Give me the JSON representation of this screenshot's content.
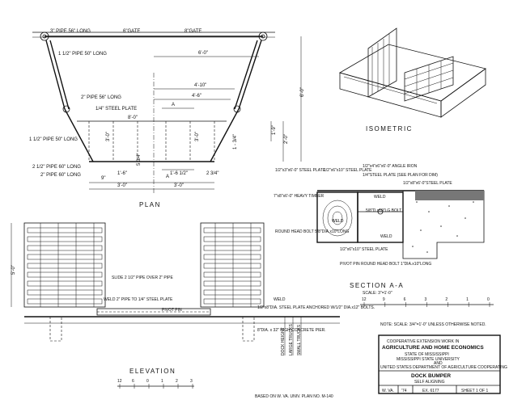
{
  "plan": {
    "title": "PLAN",
    "labels": {
      "pipe_3_56": "3\" PIPE 56\" LONG",
      "gate_6": "6\"GATE",
      "gate_8": "8\"GATE",
      "pipe_1half_50": "1 1/2\" PIPE 50\" LONG",
      "pipe_2_56": "2\" PIPE 56\" LONG",
      "steel_plate_quarter": "1/4\" STEEL PLATE",
      "pipe_1half_50b": "1 1/2\" PIPE 50\" LONG",
      "pipe_2half_60": "2 1/2\" PIPE 60\" LONG",
      "pipe_2_60": "2\" PIPE 60\" LONG",
      "section_mark": "A"
    },
    "dims": {
      "d6_0": "6'-0\"",
      "d4_10": "4'-10\"",
      "d4_6": "4'-6\"",
      "d6_0v": "6'-0\"",
      "d2_0": "2'-0\"",
      "d1_9": "1'-9\"",
      "d8_0": "8'-0\"",
      "d3_0a": "3'-0\"",
      "d3_0b": "3'-0\"",
      "d9": "9\"",
      "d1_6": "1'-6\"",
      "d5_3q": "5 3/4\"",
      "d1_6half": "1'-6 1/2\"",
      "d2_3q": "2 3/4\"",
      "d1_3q": "1 - 3/4\"",
      "d3_0c": "3'-0\"",
      "d3_0d": "3'-0\""
    }
  },
  "isometric": {
    "title": "ISOMETRIC"
  },
  "section": {
    "title": "SECTION A-A",
    "scale": "SCALE: 3\"=1'-0\"",
    "labels": {
      "plate_a": "1/2\"x3\"x6'-0\" STEEL PLATE",
      "plate_b": "1/2\"x6\"x10\" STEEL PLATE",
      "angle": "1/2\"x4\"x6\"x6'-0\" ANGLE IRON",
      "plate_c": "1/4\"STEEL PLATE (SEE PLAN FOR DIM)",
      "plate_d": "1/2\"x8\"x6'-0\"STEEL PLATE",
      "timber": "7\"x8\"x6'-0\" HEAVY TIMBER",
      "weld1": "WELD",
      "weld2": "WELD",
      "weld3": "WELD",
      "bolt": "5/8\"D.x10\"LG BOLT",
      "rh_bolt": "ROUND HEAD BOLT 5/8\"DIA.x10\"LONG",
      "plate_e": "1/2\"x6\"x10\" STEEL PLATE",
      "pivot": "PIVOT PIN ROUND HEAD BOLT 1\"DIA.x10\"LONG"
    },
    "scale_bar": [
      "12",
      "9",
      "6",
      "3",
      "2",
      "1",
      "0"
    ]
  },
  "elevation": {
    "title": "ELEVATION",
    "labels": {
      "slide": "SLIDE 2 1/2\" PIPE OVER 2\" PIPE",
      "weld_pipe": "WELD 2\" PIPE TO 1/4\" STEEL PLATE",
      "pivot_pin": "PIVOT PIN",
      "weld": "WELD",
      "anchor_plate": "1/2\"x8\"DIA. STEEL PLATE ANCHORED W/1/2\" DIA.x12\" BOLTS.",
      "pier": "8\"DIA. x 32\" HIGH CONCRETE PIER.",
      "dock_height": "DOCK HEIGHT",
      "large_trucks": "LARGE TRUCKS",
      "small_trucks": "SMALL TRUCKS",
      "dim_5_0": "5'-0\""
    },
    "scale_bar": [
      "12",
      "6",
      "0",
      "1",
      "2",
      "3"
    ],
    "source_note": "BASED ON W. VA. UNIV. PLAN NO. M-140"
  },
  "title_block": {
    "note": "NOTE: SCALE: 3/4\"=1'-0\" UNLESS OTHERWISE NOTED.",
    "coop": "COOPERATIVE EXTENSION WORK IN",
    "agri": "AGRICULTURE AND HOME ECONOMICS",
    "state": "STATE OF MISSISSIPPI",
    "univ": "MISSISSIPPI STATE UNIVERSITY",
    "and": "AND",
    "usda": "UNITED STATES DEPARTMENT OF AGRICULTURE COOPERATING",
    "drawing_title": "DOCK BUMPER",
    "drawing_sub": "SELF ALIGNING",
    "state_code": "W. VA.",
    "year": "'74",
    "ex_no": "EX. 6177",
    "sheet": "SHEET 1 OF 1"
  }
}
